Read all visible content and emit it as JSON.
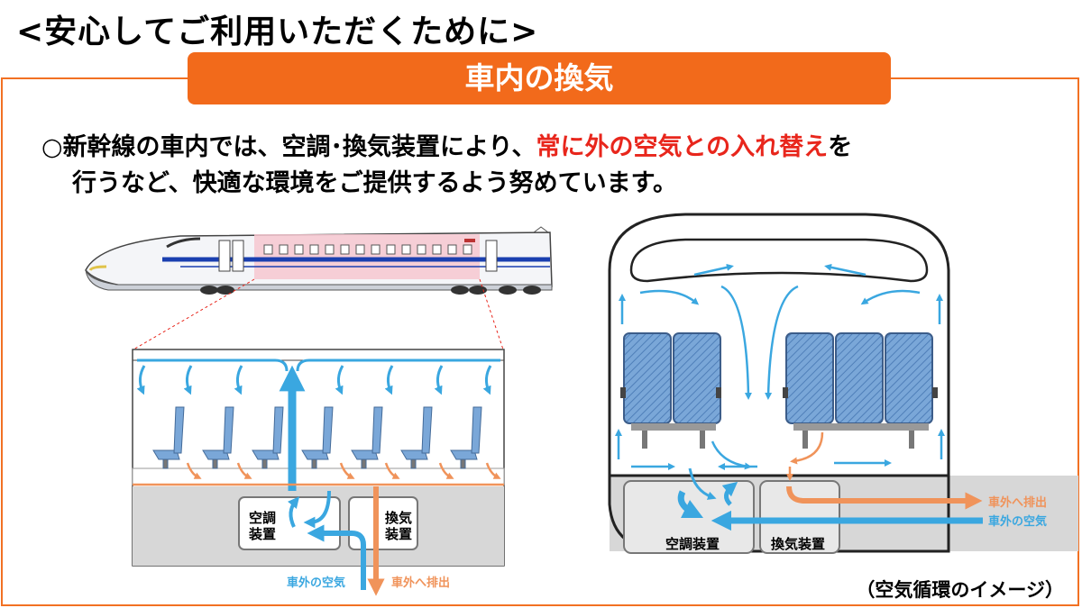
{
  "header": {
    "page_title": "<安心してご利用いただくために>",
    "section_title": "車内の換気"
  },
  "intro": {
    "bullet": "○",
    "text_before": "新幹線の車内では、空調･換気装置により、",
    "highlight": "常に外の空気との入れ替え",
    "text_after": "を",
    "line2": "行うなど、快適な環境をご提供するよう努めています。"
  },
  "left_diagram": {
    "ac_unit": [
      "空調",
      "装置"
    ],
    "vent_unit": [
      "換気",
      "装置"
    ],
    "label_outside_air": "車外の空気",
    "label_exhaust": "車外へ排出"
  },
  "right_diagram": {
    "ac_unit": "空調装置",
    "vent_unit": "換気装置",
    "label_exhaust": "車外へ排出",
    "label_outside_air": "車外の空気"
  },
  "caption": "（空気循環のイメージ）",
  "colors": {
    "accent": "#f26a1b",
    "highlight": "#e8261c",
    "air_in": "#3aa7e0",
    "air_out": "#f0935a",
    "train_stripe": "#1a3fb0"
  }
}
